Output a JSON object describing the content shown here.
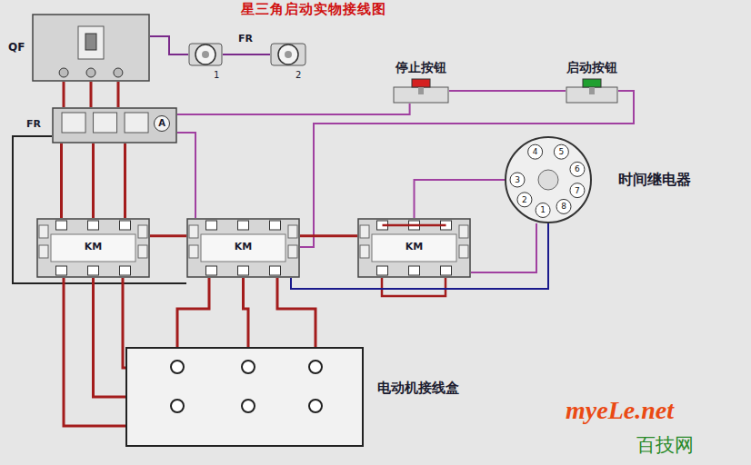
{
  "diagram": {
    "title": "星三角启动实物接线图",
    "nodes": [
      {
        "text": [
          "QF"
        ]
      },
      {
        "text": [
          "1"
        ]
      },
      {
        "text": [
          "2"
        ]
      },
      {
        "text": [
          "停止按钮"
        ]
      },
      {
        "text": [
          "启动按钮"
        ]
      },
      {
        "text": [
          "FR",
          "A"
        ]
      },
      {
        "text": [
          "时间继电器",
          "4",
          "5",
          "6",
          "3",
          "7",
          "2",
          "1",
          "8"
        ]
      },
      {
        "text": [
          "KM"
        ]
      },
      {
        "text": [
          "KM"
        ]
      },
      {
        "text": [
          "KM"
        ]
      },
      {
        "text": [
          "电动机接线盒"
        ]
      }
    ],
    "edges": [
      {
        "from": 0,
        "to": 5,
        "arrow": "none"
      },
      {
        "from": 0,
        "to": 1,
        "arrow": "none"
      },
      {
        "from": 1,
        "to": 2,
        "arrow": "none"
      },
      {
        "from": 5,
        "to": 3,
        "arrow": "none"
      },
      {
        "from": 3,
        "to": 4,
        "arrow": "none"
      },
      {
        "from": 5,
        "to": 7,
        "arrow": "none"
      },
      {
        "from": 7,
        "to": 8,
        "arrow": "none"
      },
      {
        "from": 8,
        "to": 9,
        "arrow": "none"
      },
      {
        "from": 7,
        "to": 10,
        "arrow": "none"
      },
      {
        "from": 8,
        "to": 10,
        "arrow": "none"
      },
      {
        "from": 6,
        "to": 9,
        "arrow": "none"
      },
      {
        "from": 6,
        "to": 8,
        "arrow": "none"
      }
    ],
    "labels": [
      "FR",
      "myeLe.net",
      "百技网"
    ]
  }
}
